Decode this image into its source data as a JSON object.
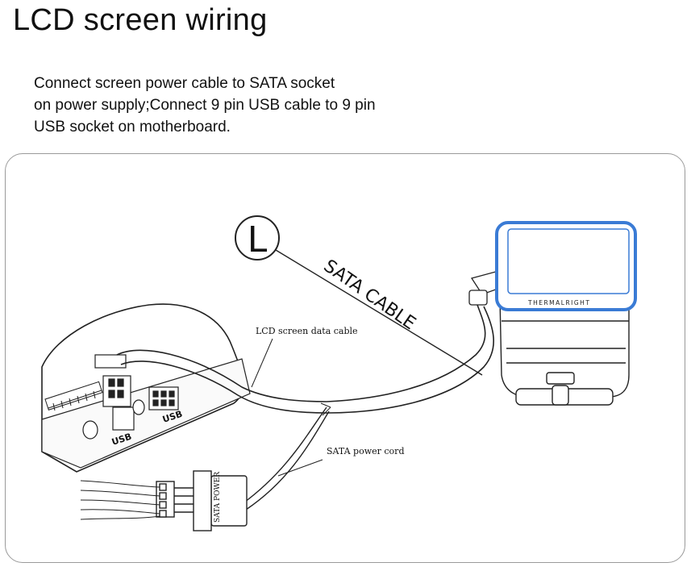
{
  "title": "LCD screen wiring",
  "description": [
    "Connect screen power cable to SATA socket",
    "on power supply;Connect 9 pin USB cable to 9 pin",
    "USB socket on motherboard."
  ],
  "diagram": {
    "step_marker": "L",
    "labels": {
      "sata_cable": "SATA CABLE",
      "data_cable": "LCD screen data cable",
      "power_cord": "SATA power cord",
      "sata_power_connector": "SATA POWER",
      "usb_header_1": "USB",
      "usb_header_2": "USB",
      "brand": "THERMALRIGHT"
    },
    "colors": {
      "screen_frame": "#3a7bd5",
      "line": "#222222"
    }
  }
}
